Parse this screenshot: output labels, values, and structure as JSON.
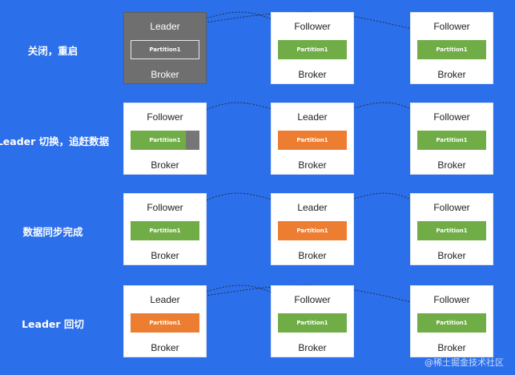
{
  "colors": {
    "background": "#2b6fea",
    "leader_fill": "#ed7d31",
    "follower_fill": "#70ad47",
    "lag_fill": "#767676",
    "offline_broker": "#6f6f6f",
    "broker": "#ffffff"
  },
  "rows": [
    {
      "label": "关闭，重启",
      "brokers": [
        {
          "role": "Leader",
          "partition": "Partition1",
          "name": "Broker",
          "state": "offline",
          "fill": "outline",
          "sync": 1.0
        },
        {
          "role": "Follower",
          "partition": "Partition1",
          "name": "Broker",
          "state": "normal",
          "fill": "follower",
          "sync": 1.0
        },
        {
          "role": "Follower",
          "partition": "Partition1",
          "name": "Broker",
          "state": "normal",
          "fill": "follower",
          "sync": 1.0
        }
      ]
    },
    {
      "label": "Leader 切换，追赶数据",
      "brokers": [
        {
          "role": "Follower",
          "partition": "Partition1",
          "name": "Broker",
          "state": "normal",
          "fill": "follower",
          "sync": 0.8
        },
        {
          "role": "Leader",
          "partition": "Partition1",
          "name": "Broker",
          "state": "normal",
          "fill": "leader",
          "sync": 1.0
        },
        {
          "role": "Follower",
          "partition": "Partition1",
          "name": "Broker",
          "state": "normal",
          "fill": "follower",
          "sync": 1.0
        }
      ]
    },
    {
      "label": "数据同步完成",
      "brokers": [
        {
          "role": "Follower",
          "partition": "Partition1",
          "name": "Broker",
          "state": "normal",
          "fill": "follower",
          "sync": 1.0
        },
        {
          "role": "Leader",
          "partition": "Partition1",
          "name": "Broker",
          "state": "normal",
          "fill": "leader",
          "sync": 1.0
        },
        {
          "role": "Follower",
          "partition": "Partition1",
          "name": "Broker",
          "state": "normal",
          "fill": "follower",
          "sync": 1.0
        }
      ]
    },
    {
      "label": "Leader 回切",
      "brokers": [
        {
          "role": "Leader",
          "partition": "Partition1",
          "name": "Broker",
          "state": "normal",
          "fill": "leader",
          "sync": 1.0
        },
        {
          "role": "Follower",
          "partition": "Partition1",
          "name": "Broker",
          "state": "normal",
          "fill": "follower",
          "sync": 1.0
        },
        {
          "role": "Follower",
          "partition": "Partition1",
          "name": "Broker",
          "state": "normal",
          "fill": "follower",
          "sync": 1.0
        }
      ]
    }
  ],
  "watermark": "@稀土掘金技术社区"
}
